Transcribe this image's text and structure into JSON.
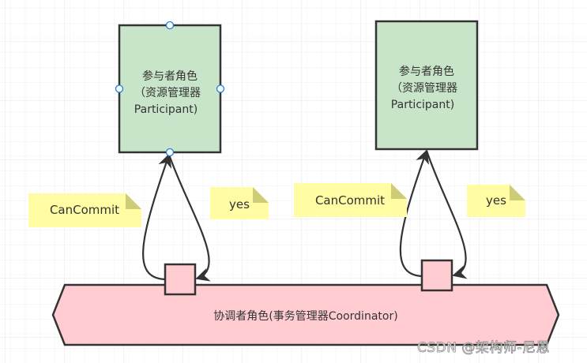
{
  "colors": {
    "participant_fill": "#c9e5c9",
    "coordinator_fill": "#ffccd2",
    "note_fill": "#fffca3",
    "note_fold": "#cfcc77",
    "stroke": "#333333",
    "handle": "#1a7ee6",
    "grid_minor": "#f3f3f3",
    "grid_major": "#e6e6e6"
  },
  "participants": [
    {
      "id": "participant-1",
      "lines": [
        "参与者角色",
        "（资源管理器",
        "Participant)"
      ],
      "selected": true
    },
    {
      "id": "participant-2",
      "lines": [
        "参与者角色",
        "（资源管理器",
        "Participant)"
      ],
      "selected": false
    }
  ],
  "coordinator": {
    "label": "协调者角色(事务管理器Coordinator)"
  },
  "notes": [
    {
      "id": "cancommit-note-1",
      "text": "CanCommit"
    },
    {
      "id": "yes-note-1",
      "text": "yes"
    },
    {
      "id": "cancommit-note-2",
      "text": "CanCommit"
    },
    {
      "id": "yes-note-2",
      "text": "yes"
    }
  ],
  "edges": [
    {
      "from": "coordinator-port-1",
      "to": "participant-1",
      "label_ref": "cancommit-note-1"
    },
    {
      "from": "participant-1",
      "to": "coordinator-port-1",
      "label_ref": "yes-note-1"
    },
    {
      "from": "coordinator-port-2",
      "to": "participant-2",
      "label_ref": "cancommit-note-2"
    },
    {
      "from": "participant-2",
      "to": "coordinator-port-2",
      "label_ref": "yes-note-2"
    }
  ],
  "watermark": "CSDN @架构师-尼恩"
}
